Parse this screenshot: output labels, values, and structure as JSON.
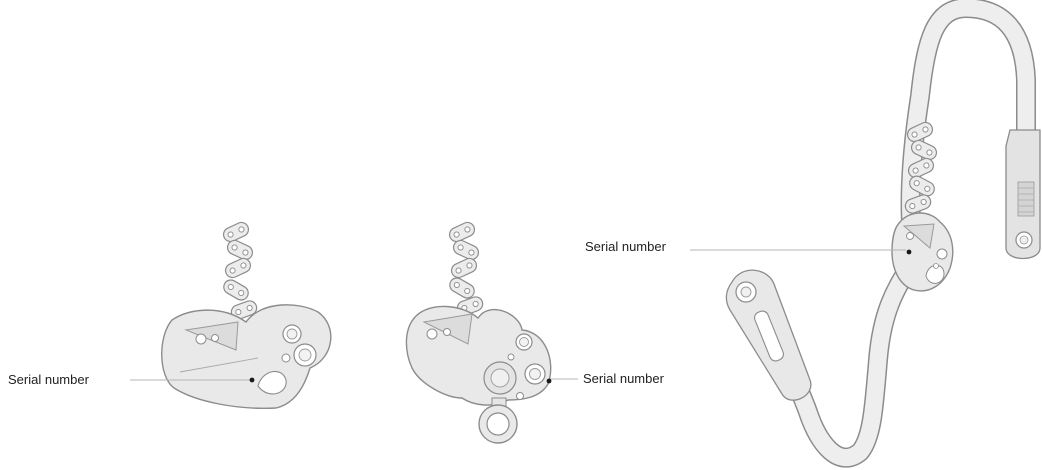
{
  "labels": {
    "device_1_serial": "Serial number",
    "device_2_serial": "Serial number",
    "device_3_serial": "Serial number"
  },
  "colors": {
    "background": "#ffffff",
    "device_fill": "#e9e9e9",
    "device_stroke": "#8c8c8c",
    "leader_line": "#b5b5b5",
    "marker_dot": "#1a1a1a"
  }
}
